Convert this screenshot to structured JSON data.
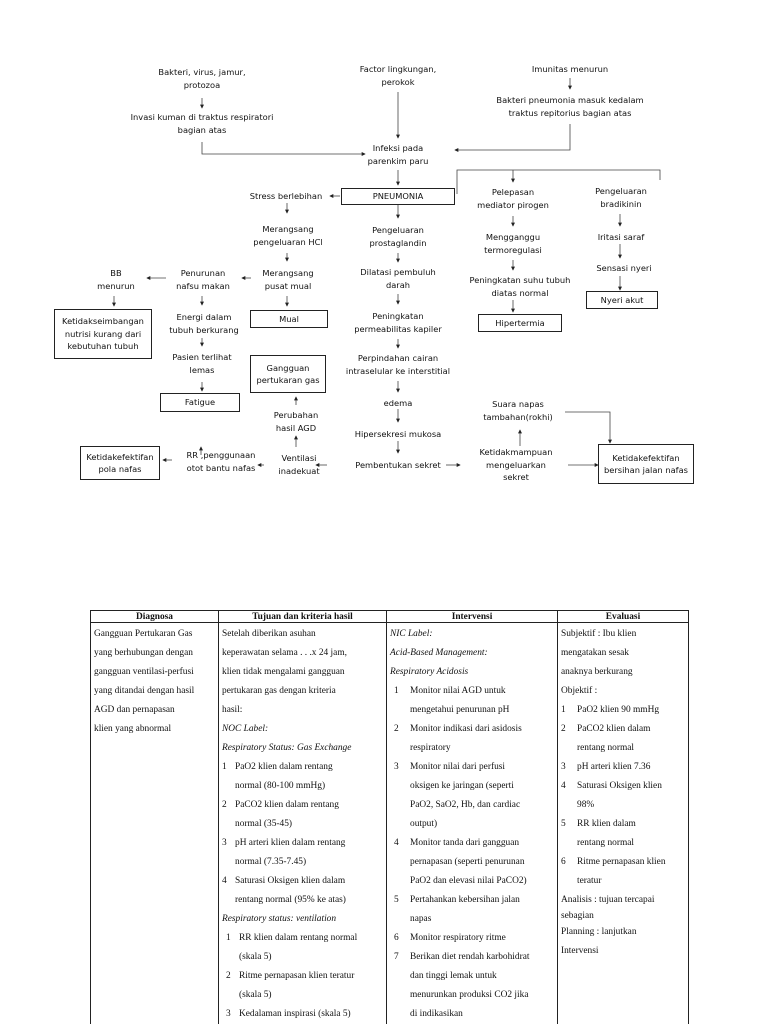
{
  "flowchart": {
    "nodes": {
      "bakteri": "Bakteri, virus, jamur,\nprotozoa",
      "invasi": "Invasi kuman di traktus respiratori\nbagian atas",
      "faktor": "Factor lingkungan,\nperokok",
      "imunitas": "Imunitas menurun",
      "bakteri_pneumonia": "Bakteri pneumonia masuk kedalam\ntraktus repitorius bagian atas",
      "infeksi": "Infeksi pada\nparenkim paru",
      "pneumonia": "PNEUMONIA",
      "stress": "Stress berlebihan",
      "merangsang_hcl": "Merangsang\npengeluaran HCl",
      "merangsang_mual": "Merangsang\npusat mual",
      "mual": "Mual",
      "penurunan": "Penurunan\nnafsu makan",
      "bb": "BB\nmenurun",
      "ketidakseimbangan": "Ketidakseimbangan\nnutrisi kurang dari\nkebutuhan tubuh",
      "energi": "Energi dalam\ntubuh berkurang",
      "pasien": "Pasien terlihat\nlemas",
      "fatigue": "Fatigue",
      "gangguan": "Gangguan\npertukaran gas",
      "perubahan": "Perubahan\nhasil AGD",
      "ventilasi": "Ventilasi\ninadekuat",
      "rr": "RR    ,penggunaan\notot bantu nafas",
      "pola": "Ketidakefektifan\npola nafas",
      "prostaglandin": "Pengeluaran\nprostaglandin",
      "dilatasi": "Dilatasi pembuluh\ndarah",
      "permeabilitas": "Peningkatan\npermeabilitas kapiler",
      "perpindahan": "Perpindahan cairan\nintraselular ke interstitial",
      "edema": "edema",
      "hipersekresi": "Hipersekresi mukosa",
      "pembentukan": "Pembentukan sekret",
      "pelepasan": "Pelepasan\nmediator pirogen",
      "mengganggu": "Mengganggu\ntermoregulasi",
      "peningkatan_suhu": "Peningkatan suhu tubuh\ndiatas normal",
      "hipertermia": "Hipertermia",
      "bradikinin": "Pengeluaran\nbradikinin",
      "iritasi": "Iritasi saraf",
      "sensasi": "Sensasi nyeri",
      "nyeri": "Nyeri akut",
      "suara": "Suara napas\ntambahan(rokhi)",
      "ketidakmampuan": "Ketidakmampuan\nmengeluarkan\nsekret",
      "bersihan": "Ketidakefektifan\nbersihan jalan nafas"
    }
  },
  "table": {
    "headers": [
      "Diagnosa",
      "Tujuan dan kriteria hasil",
      "Intervensi",
      "Evaluasi"
    ],
    "diagnosa": [
      "Gangguan Pertukaran Gas",
      "yang berhubungan dengan",
      "gangguan ventilasi-perfusi",
      "yang ditandai dengan hasil",
      "AGD dan pernapasan",
      "klien yang abnormal"
    ],
    "tujuan": {
      "intro": [
        "Setelah diberikan asuhan",
        "keperawatan selama . . .x 24 jam,",
        "klien tidak mengalami gangguan",
        "pertukaran gas dengan kriteria",
        "hasil:"
      ],
      "noc_label": "NOC Label:",
      "section1_title": "Respiratory Status: Gas Exchange",
      "section1_items": [
        {
          "num": "1",
          "lines": [
            "PaO2 klien dalam rentang",
            "normal (80-100 mmHg)"
          ]
        },
        {
          "num": "2",
          "lines": [
            "PaCO2 klien dalam rentang",
            "normal (35-45)"
          ]
        },
        {
          "num": "3",
          "lines": [
            "pH arteri klien dalam rentang",
            "normal (7.35-7.45)"
          ]
        },
        {
          "num": "4",
          "lines": [
            "Saturasi Oksigen klien dalam",
            "rentang normal (95% ke atas)"
          ]
        }
      ],
      "section2_title": "Respiratory status: ventilation",
      "section2_items": [
        {
          "num": "1",
          "lines": [
            "RR klien dalam rentang normal",
            "(skala 5)"
          ]
        },
        {
          "num": "2",
          "lines": [
            "Ritme pernapasan klien teratur",
            "(skala 5)"
          ]
        },
        {
          "num": "3",
          "lines": [
            "Kedalaman inspirasi (skala 5)"
          ]
        }
      ]
    },
    "intervensi": {
      "nic_label": "NIC Label:",
      "title1": "Acid-Based Management:",
      "title2": "Respiratory Acidosis",
      "items": [
        {
          "num": "1",
          "lines": [
            "Monitor nilai AGD untuk",
            "mengetahui penurunan pH"
          ]
        },
        {
          "num": "2",
          "lines": [
            "Monitor indikasi dari asidosis",
            "respiratory"
          ]
        },
        {
          "num": "3",
          "lines": [
            "Monitor nilai dari perfusi",
            "oksigen ke jaringan (seperti",
            "PaO2, SaO2, Hb, dan cardiac",
            "output)"
          ]
        },
        {
          "num": "4",
          "lines": [
            "Monitor tanda dari gangguan",
            "pernapasan (seperti penurunan",
            "PaO2 dan elevasi nilai PaCO2)"
          ]
        },
        {
          "num": "5",
          "lines": [
            "Pertahankan kebersihan jalan",
            "napas"
          ]
        },
        {
          "num": "6",
          "lines": [
            "Monitor respiratory ritme"
          ]
        },
        {
          "num": "7",
          "lines": [
            "Berikan diet rendah karbohidrat",
            "dan tinggi lemak untuk",
            "menurunkan produksi CO2 jika",
            "di indikasikan"
          ]
        }
      ]
    },
    "evaluasi": {
      "subjektif": [
        "Subjektif : Ibu klien",
        "mengatakan sesak",
        "anaknya berkurang"
      ],
      "objektif_label": "Objektif :",
      "objektif_items": [
        {
          "num": "1",
          "lines": [
            "PaO2 klien 90 mmHg"
          ]
        },
        {
          "num": "2",
          "lines": [
            "PaCO2 klien dalam",
            "rentang normal"
          ]
        },
        {
          "num": "3",
          "lines": [
            "pH arteri klien 7.36"
          ]
        },
        {
          "num": "4",
          "lines": [
            "Saturasi Oksigen klien",
            "98%"
          ]
        },
        {
          "num": "5",
          "lines": [
            "RR klien dalam",
            "rentang normal"
          ]
        },
        {
          "num": "6",
          "lines": [
            "Ritme pernapasan klien",
            "teratur"
          ]
        }
      ],
      "analisis": [
        "Analisis : tujuan tercapai",
        "sebagian"
      ],
      "planning": [
        "Planning : lanjutkan",
        "Intervensi"
      ]
    }
  }
}
